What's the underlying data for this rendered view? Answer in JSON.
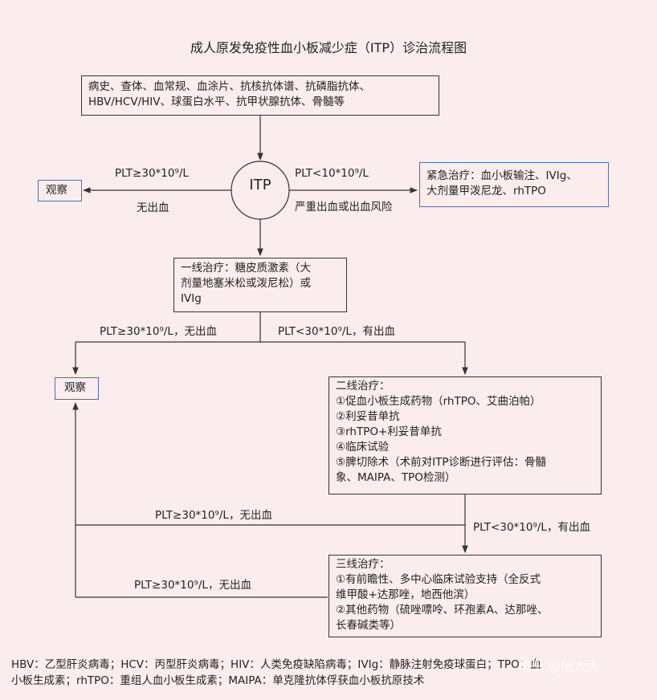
{
  "title": "成人原发免疫性血小板减少症（ITP）诊治流程图",
  "workup": {
    "lines": [
      "病史、查体、血常规、血涂片、抗核抗体谱、抗磷脂抗体、",
      "HBV/HCV/HIV、球蛋白水平、抗甲状腺抗体、骨髓等"
    ]
  },
  "itp_node": "ITP",
  "observe1": "观察",
  "left_branch": {
    "top_label": "PLT≥30*10⁹/L",
    "bottom_label": "无出血"
  },
  "right_branch": {
    "top_label": "PLT<10*10⁹/L",
    "bottom_label": "严重出血或出血风险"
  },
  "emergency": {
    "lines": [
      "紧急治疗：血小板输注、IVIg、",
      "大剂量甲泼尼龙、rhTPO"
    ]
  },
  "first_line": {
    "lines": [
      "一线治疗：糖皮质激素（大",
      "剂量地塞米松或泼尼松）或",
      "IVIg"
    ]
  },
  "first_split": {
    "left_label": "PLT≥30*10⁹/L，无出血",
    "right_label": "PLT<30*10⁹/L，有出血"
  },
  "observe2": "观察",
  "second_line": {
    "lines": [
      "二线治疗：",
      "①促血小板生成药物（rhTPO、艾曲泊帕）",
      "②利妥昔单抗",
      "③rhTPO+利妥昔单抗",
      "④临床试验",
      "⑤脾切除术（术前对ITP诊断进行评估：骨髓",
      "象、MAIPA、TPO检测）"
    ]
  },
  "second_split": {
    "left_label": "PLT≥30*10⁹/L，无出血",
    "right_label": "PLT<30*10⁹/L，有出血"
  },
  "third_line": {
    "lines": [
      "三线治疗：",
      "①有前瞻性、多中心临床试验支持（全反式",
      "维甲酸+达那唑，地西他滨）",
      "②其他药物（硫唑嘌呤、环孢素A、达那唑、",
      "长春碱类等）"
    ]
  },
  "third_return_label": "PLT≥30*10⁹/L，无出血",
  "footnote": {
    "lines": [
      "HBV：乙型肝炎病毒；HCV：丙型肝炎病毒；HIV：人类免疫缺陷病毒；IVIg：静脉注射免疫球蛋白；TPO：血",
      "小板生成素；rhTPO：重组人血小板生成素；MAIPA：单克隆抗体俘获血小板抗原技术"
    ]
  },
  "watermark": "知乎 @阮大大"
}
